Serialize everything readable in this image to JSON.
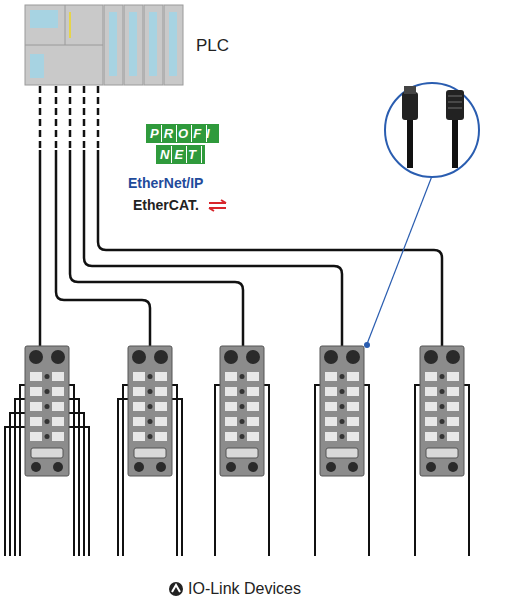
{
  "diagram": {
    "nodes": [
      {
        "text": [
          "PLC"
        ]
      }
    ],
    "labels": [
      "PROFI",
      "NET",
      "EtherNet/IP",
      "EtherCAT.",
      "IO-Link Devices"
    ]
  }
}
